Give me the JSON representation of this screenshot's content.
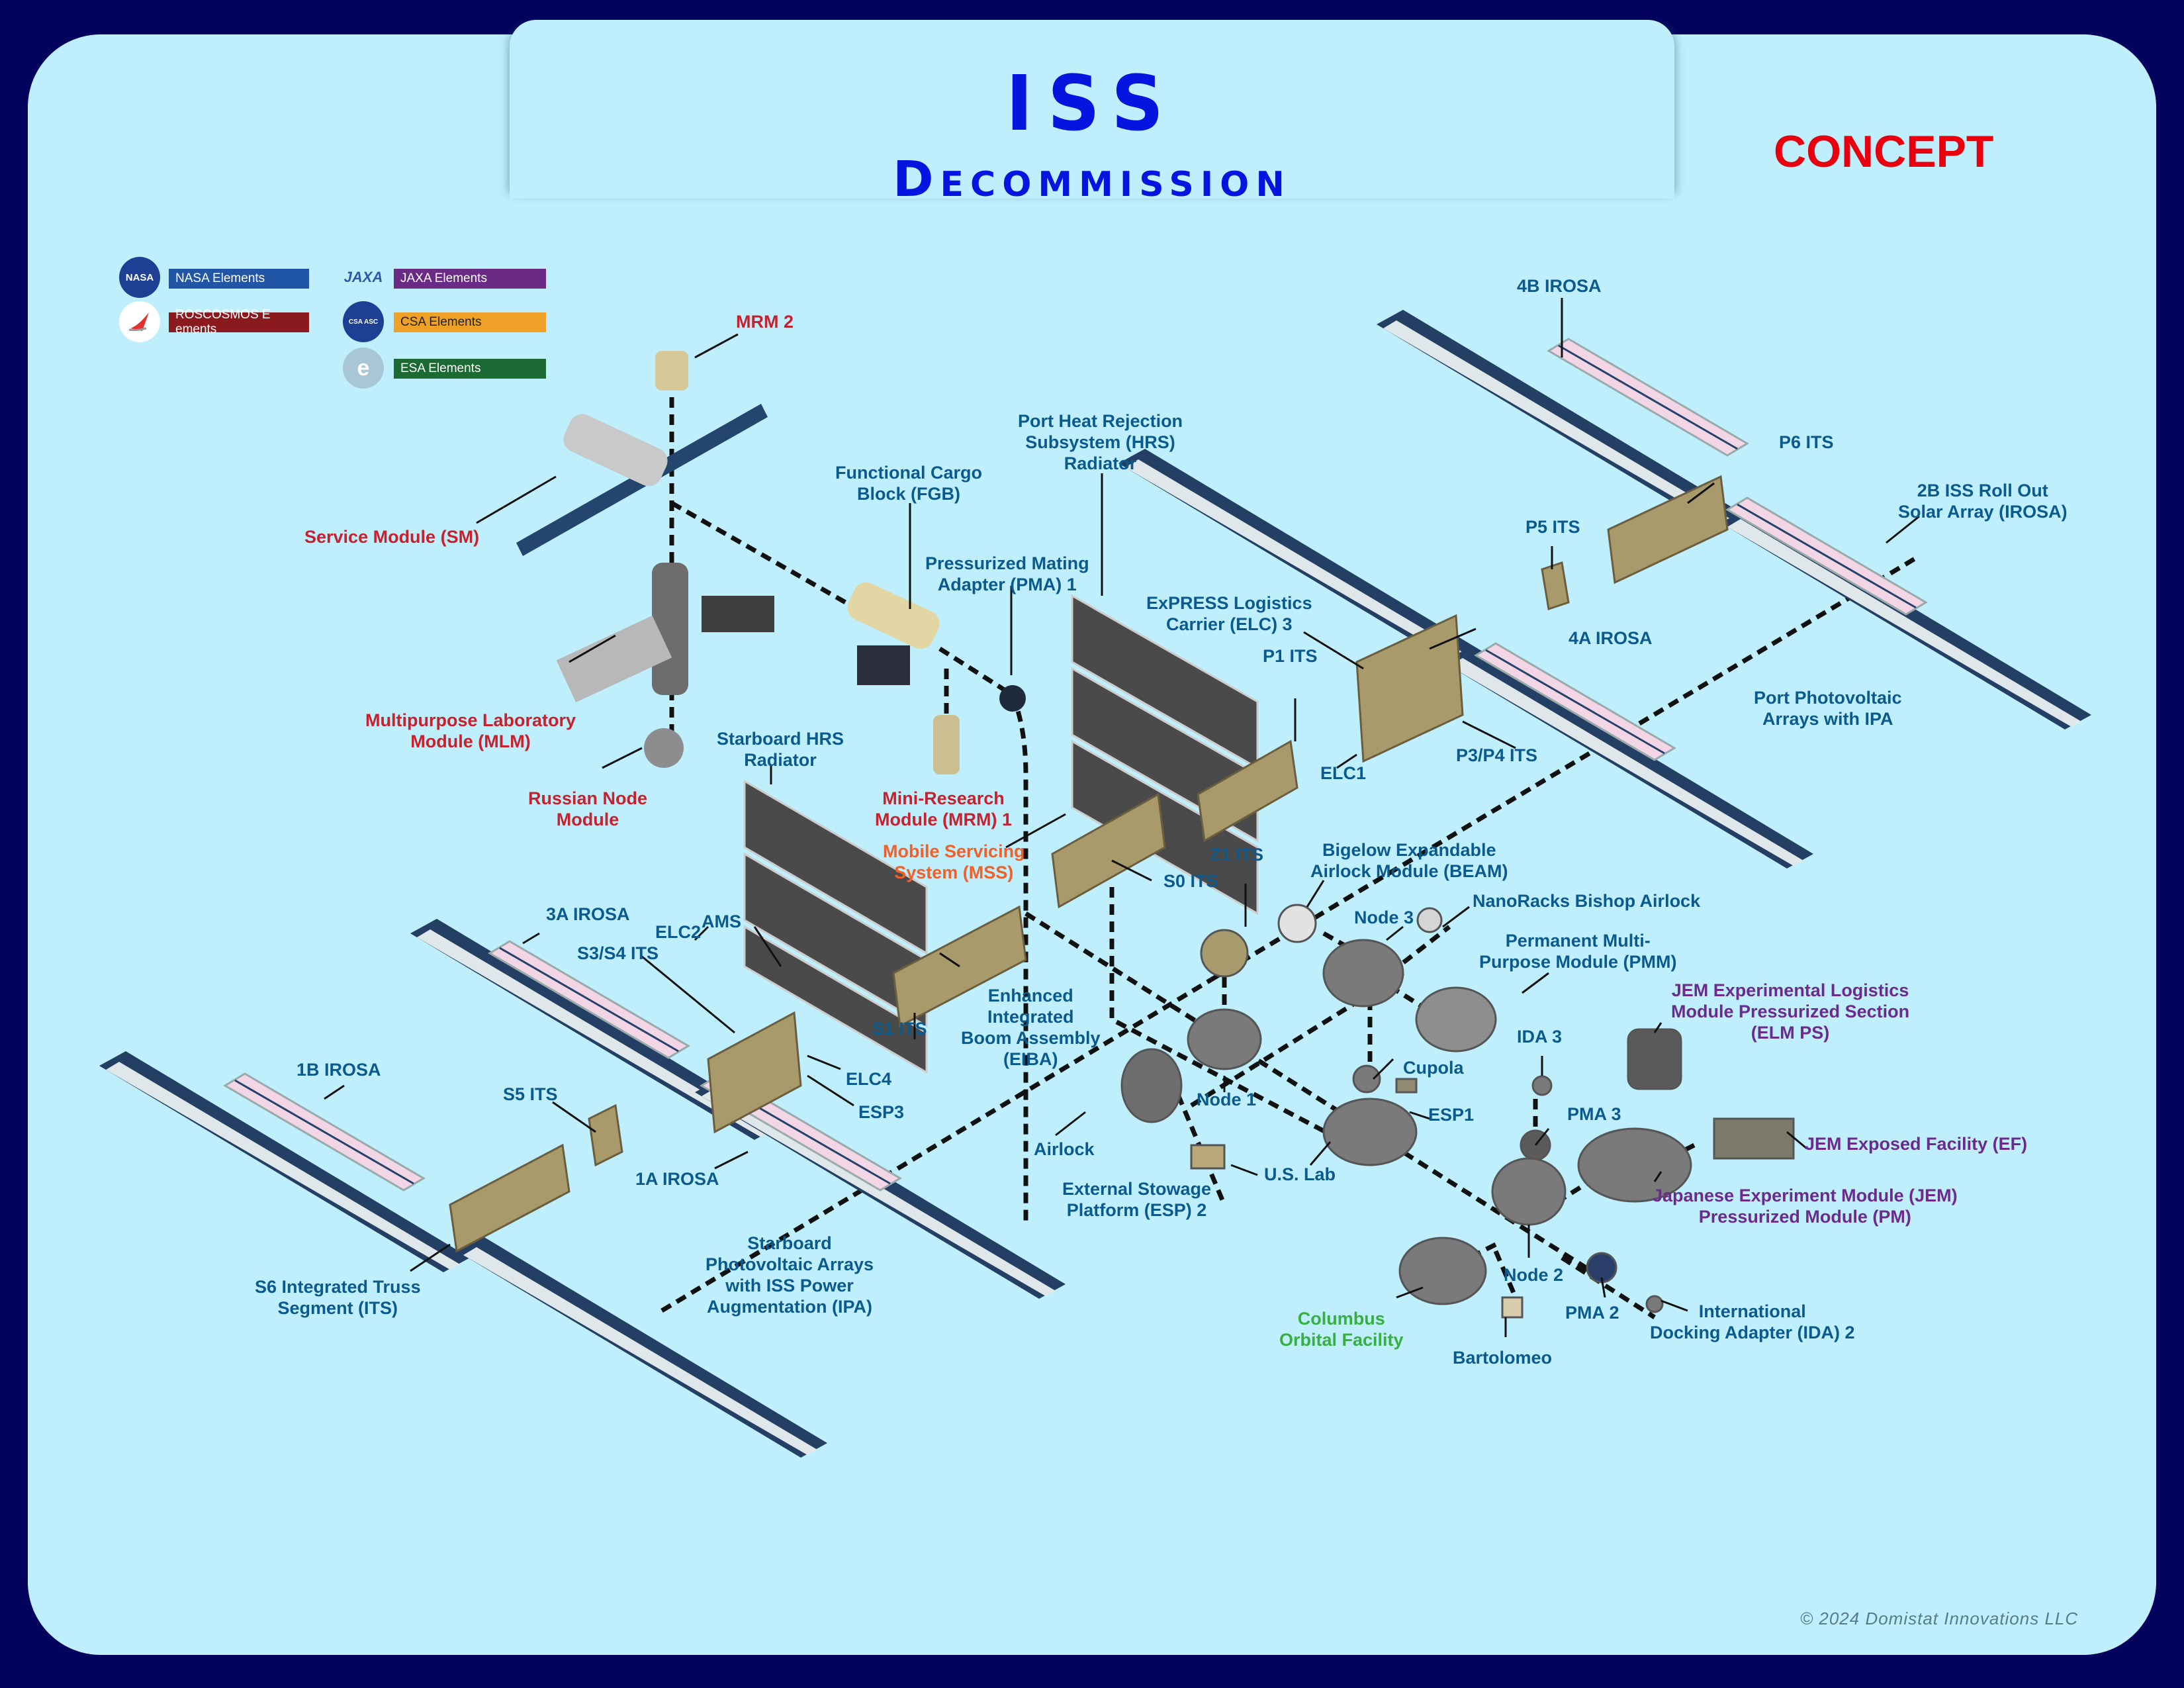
{
  "header": {
    "title": "ISS",
    "subtitle": "Decommission",
    "status_stamp": "CONCEPT"
  },
  "legend": [
    {
      "agency": "NASA",
      "label": "NASA Elements",
      "color": "#2155a6",
      "logo_text": "NASA"
    },
    {
      "agency": "ROSCOSMOS",
      "label": "ROSCOSMOS E ements",
      "color": "#8b1a1e",
      "logo_text": ""
    },
    {
      "agency": "JAXA",
      "label": "JAXA Elements",
      "color": "#6b2a86",
      "logo_text": "JAXA"
    },
    {
      "agency": "CSA",
      "label": "CSA Elements",
      "color": "#eea126",
      "logo_text": "CSA ASC"
    },
    {
      "agency": "ESA",
      "label": "ESA Elements",
      "color": "#1c6a33",
      "logo_text": "e"
    }
  ],
  "label_colors": {
    "NASA": "#0b5a8e",
    "ROSCOSMOS": "#c8202d",
    "JAXA": "#6b2a8c",
    "ESA": "#36b040",
    "CSA": "#f06028"
  },
  "components": {
    "mrm2": {
      "label": "MRM 2",
      "agency": "ROSCOSMOS"
    },
    "service_module": {
      "label": "Service Module (SM)",
      "agency": "ROSCOSMOS"
    },
    "mlm": {
      "label": "Multipurpose Laboratory\nModule (MLM)",
      "agency": "ROSCOSMOS"
    },
    "russian_node": {
      "label": "Russian Node\nModule",
      "agency": "ROSCOSMOS"
    },
    "fgb": {
      "label": "Functional Cargo\nBlock (FGB)",
      "agency": "NASA"
    },
    "pma1": {
      "label": "Pressurized Mating\nAdapter (PMA) 1",
      "agency": "NASA"
    },
    "mrm1": {
      "label": "Mini-Research\nModule (MRM) 1",
      "agency": "ROSCOSMOS"
    },
    "mss": {
      "label": "Mobile Servicing\nSystem (MSS)",
      "agency": "CSA"
    },
    "port_hrs": {
      "label": "Port Heat Rejection\nSubsystem (HRS)\nRadiator",
      "agency": "NASA"
    },
    "stbd_hrs": {
      "label": "Starboard HRS\nRadiator",
      "agency": "NASA"
    },
    "elc3": {
      "label": "ExPRESS Logistics\nCarrier (ELC) 3",
      "agency": "NASA"
    },
    "p1": {
      "label": "P1 ITS",
      "agency": "NASA"
    },
    "elc1": {
      "label": "ELC1",
      "agency": "NASA"
    },
    "p3p4": {
      "label": "P3/P4 ITS",
      "agency": "NASA"
    },
    "p5": {
      "label": "P5 ITS",
      "agency": "NASA"
    },
    "p6": {
      "label": "P6 ITS",
      "agency": "NASA"
    },
    "irosa_4b": {
      "label": "4B IROSA",
      "agency": "NASA"
    },
    "irosa_4a": {
      "label": "4A IROSA",
      "agency": "NASA"
    },
    "irosa_2b": {
      "label": "2B ISS Roll Out\nSolar Array (IROSA)",
      "agency": "NASA"
    },
    "port_pv": {
      "label": "Port Photovoltaic\nArrays with IPA",
      "agency": "NASA"
    },
    "s0": {
      "label": "S0 ITS",
      "agency": "NASA"
    },
    "z1": {
      "label": "Z1 ITS",
      "agency": "NASA"
    },
    "s1": {
      "label": "S1 ITS",
      "agency": "NASA"
    },
    "eiba": {
      "label": "Enhanced\nIntegrated\nBoom Assembly\n(EIBA)",
      "agency": "NASA"
    },
    "beam": {
      "label": "Bigelow Expandable\nAirlock Module (BEAM)",
      "agency": "NASA"
    },
    "nanoracks": {
      "label": "NanoRacks Bishop Airlock",
      "agency": "NASA"
    },
    "node3": {
      "label": "Node 3",
      "agency": "NASA"
    },
    "pmm": {
      "label": "Permanent Multi-\nPurpose Module (PMM)",
      "agency": "NASA"
    },
    "cupola": {
      "label": "Cupola",
      "agency": "NASA"
    },
    "node1": {
      "label": "Node 1",
      "agency": "NASA"
    },
    "airlock": {
      "label": "Airlock",
      "agency": "NASA"
    },
    "esp2": {
      "label": "External Stowage\nPlatform (ESP) 2",
      "agency": "NASA"
    },
    "us_lab": {
      "label": "U.S. Lab",
      "agency": "NASA"
    },
    "esp1": {
      "label": "ESP1",
      "agency": "NASA"
    },
    "ida3": {
      "label": "IDA 3",
      "agency": "NASA"
    },
    "pma3": {
      "label": "PMA 3",
      "agency": "NASA"
    },
    "elm_ps": {
      "label": "JEM Experimental Logistics\nModule Pressurized Section\n(ELM PS)",
      "agency": "JAXA"
    },
    "jem_ef": {
      "label": "JEM Exposed Facility (EF)",
      "agency": "JAXA"
    },
    "jem_pm": {
      "label": "Japanese Experiment Module (JEM)\nPressurized Module (PM)",
      "agency": "JAXA"
    },
    "node2": {
      "label": "Node 2",
      "agency": "NASA"
    },
    "pma2": {
      "label": "PMA 2",
      "agency": "NASA"
    },
    "ida2": {
      "label": "International\nDocking Adapter (IDA) 2",
      "agency": "NASA"
    },
    "columbus": {
      "label": "Columbus\nOrbital Facility",
      "agency": "ESA"
    },
    "bartolomeo": {
      "label": "Bartolomeo",
      "agency": "NASA"
    },
    "irosa_3a": {
      "label": "3A IROSA",
      "agency": "NASA"
    },
    "elc2": {
      "label": "ELC2",
      "agency": "NASA"
    },
    "ams": {
      "label": "AMS",
      "agency": "NASA"
    },
    "s3s4": {
      "label": "S3/S4 ITS",
      "agency": "NASA"
    },
    "elc4": {
      "label": "ELC4",
      "agency": "NASA"
    },
    "esp3": {
      "label": "ESP3",
      "agency": "NASA"
    },
    "irosa_1b": {
      "label": "1B IROSA",
      "agency": "NASA"
    },
    "s5": {
      "label": "S5 ITS",
      "agency": "NASA"
    },
    "irosa_1a": {
      "label": "1A IROSA",
      "agency": "NASA"
    },
    "s6": {
      "label": "S6 Integrated Truss\nSegment (ITS)",
      "agency": "NASA"
    },
    "stbd_pv": {
      "label": "Starboard\nPhotovoltaic Arrays\nwith ISS Power\nAugmentation (IPA)",
      "agency": "NASA"
    }
  },
  "footer": {
    "copyright": "© 2024 Domistat Innovations LLC"
  }
}
